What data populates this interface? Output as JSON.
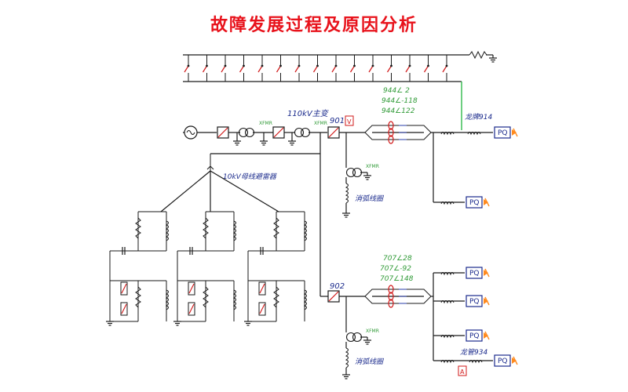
{
  "title": "故障发展过程及原因分析",
  "labels": {
    "main_transformer": "110kV主变",
    "arrester": "10kV母线避雷器",
    "bus1_breaker": "901",
    "bus2_breaker": "902",
    "arc_coil_1": "消弧线圈",
    "arc_coil_2": "消弧线圈",
    "feeder_914": "龙牌914",
    "feeder_934": "龙管934",
    "xfmr_tag": "XFMR",
    "v_meter": "V",
    "a_meter": "A",
    "pq": "PQ"
  },
  "phasors_top": [
    "944∠ 2",
    "944∠-118",
    "944∠122"
  ],
  "phasors_bottom": [
    "707∠28",
    "707∠-92",
    "707∠148"
  ],
  "colors": {
    "title": "#e8121b",
    "wire": "#1a1a1a",
    "bus_blue": "#2a3da8",
    "phase_red": "#d11a1a",
    "fault_green": "#2fb84a",
    "label_blue": "#1a2a8c",
    "label_green": "#2f9a36",
    "load_arrow": "#ff8a1e"
  },
  "icons": [
    "ac-source-icon",
    "breaker-icon",
    "transformer-icon",
    "ground-icon",
    "arrester-icon",
    "inductor-icon",
    "capacitor-icon",
    "resistor-icon",
    "load-arrow-icon"
  ]
}
